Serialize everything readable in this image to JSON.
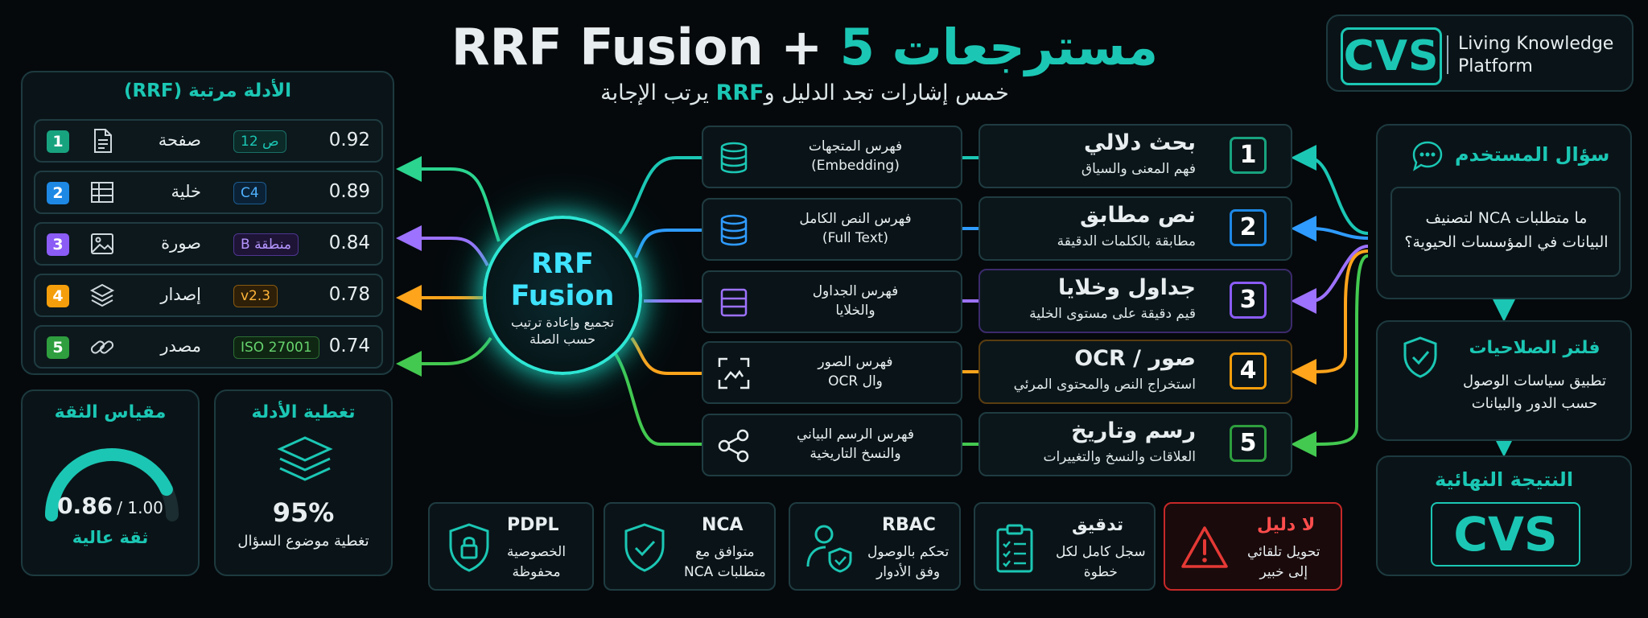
{
  "title": {
    "part1": "RRF Fusion + ",
    "part2": "5 مسترجعات"
  },
  "subtitle": {
    "before": "خمس إشارات تجد الدليل و",
    "accent": "RRF",
    "after": " يرتب الإجابة"
  },
  "logo": {
    "mark": "CVS",
    "line1": "Living Knowledge",
    "line2": "Platform"
  },
  "evidence": {
    "title": "الأدلة مرتبة (RRF)",
    "items": [
      {
        "num": "1",
        "label": "صفحة",
        "badge": "ص 12",
        "score": "0.92",
        "color": "#18a37f",
        "icon": "document-icon"
      },
      {
        "num": "2",
        "label": "خلية",
        "badge": "C4",
        "score": "0.89",
        "color": "#1e88e5",
        "icon": "table-icon"
      },
      {
        "num": "3",
        "label": "صورة",
        "badge": "منطقة B",
        "score": "0.84",
        "color": "#8b5cf6",
        "icon": "image-icon"
      },
      {
        "num": "4",
        "label": "إصدار",
        "badge": "v2.3",
        "score": "0.78",
        "color": "#f59e0b",
        "icon": "layers-icon"
      },
      {
        "num": "5",
        "label": "مصدر",
        "badge": "ISO 27001",
        "score": "0.74",
        "color": "#2e9e3e",
        "icon": "link-icon"
      }
    ]
  },
  "gauge": {
    "title": "مقياس الثقة",
    "value": "0.86",
    "max": "/ 1.00",
    "level": 0.86,
    "caption": "ثقة عالية"
  },
  "coverage": {
    "title": "تغطية الأدلة",
    "value": "95%",
    "caption": "تغطية موضوع السؤال"
  },
  "hub": {
    "line1": "RRF",
    "line2": "Fusion",
    "sub1": "تجميع وإعادة ترتيب",
    "sub2": "حسب الصلة"
  },
  "indexes": [
    {
      "line1": "فهرس المتجهات",
      "line2": "(Embedding)",
      "icon": "database-icon"
    },
    {
      "line1": "فهرس النص الكامل",
      "line2": "(Full Text)",
      "icon": "database-icon"
    },
    {
      "line1": "فهرس الجداول",
      "line2": "والخلايا",
      "icon": "table-index-icon"
    },
    {
      "line1": "فهرس الصور",
      "line2": "وال OCR",
      "icon": "scan-icon"
    },
    {
      "line1": "فهرس الرسم البياني",
      "line2": "والنسخ التاريخية",
      "icon": "graph-icon"
    }
  ],
  "retrievers": [
    {
      "num": "1",
      "title": "بحث دلالي",
      "sub": "فهم المعنى والسياق",
      "color": "#18a37f"
    },
    {
      "num": "2",
      "title": "نص مطابق",
      "sub": "مطابقة بالكلمات الدقيقة",
      "color": "#1e88e5"
    },
    {
      "num": "3",
      "title": "جداول وخلايا",
      "sub": "قيم دقيقة على مستوى الخلية",
      "color": "#8b5cf6"
    },
    {
      "num": "4",
      "title": "صور / OCR",
      "sub": "استخراج النص والمحتوى المرئي",
      "color": "#f59e0b"
    },
    {
      "num": "5",
      "title": "رسم وتاريخ",
      "sub": "العلاقات والنسخ والتغييرات",
      "color": "#2e9e3e"
    }
  ],
  "user": {
    "title": "سؤال المستخدم",
    "q1": "ما متطلبات NCA لتصنيف",
    "q2": "البيانات في المؤسسات الحيوية؟"
  },
  "permissions": {
    "title": "فلتر الصلاحيات",
    "line1": "تطبيق سياسات الوصول",
    "line2": "حسب الدور والبيانات"
  },
  "final": {
    "title": "النتيجة النهائية",
    "value": "CVS"
  },
  "bottom": [
    {
      "title": "PDPL",
      "line1": "الخصوصية",
      "line2": "محفوظة",
      "icon": "shield-lock-icon"
    },
    {
      "title": "NCA",
      "line1": "متوافق مع",
      "line2": "متطلبات NCA",
      "icon": "shield-check-icon"
    },
    {
      "title": "RBAC",
      "line1": "تحكم بالوصول",
      "line2": "وفق الأدوار",
      "icon": "user-shield-icon"
    },
    {
      "title": "تدقيق",
      "line1": "سجل كامل لكل",
      "line2": "خطوة",
      "icon": "clipboard-icon"
    },
    {
      "title": "لا دليل",
      "line1": "تحويل تلقائي",
      "line2": "إلى خبير",
      "icon": "warning-icon"
    }
  ],
  "colors": {
    "accent": "#1bc7b4",
    "danger": "#e53935",
    "background": "#05090c"
  }
}
